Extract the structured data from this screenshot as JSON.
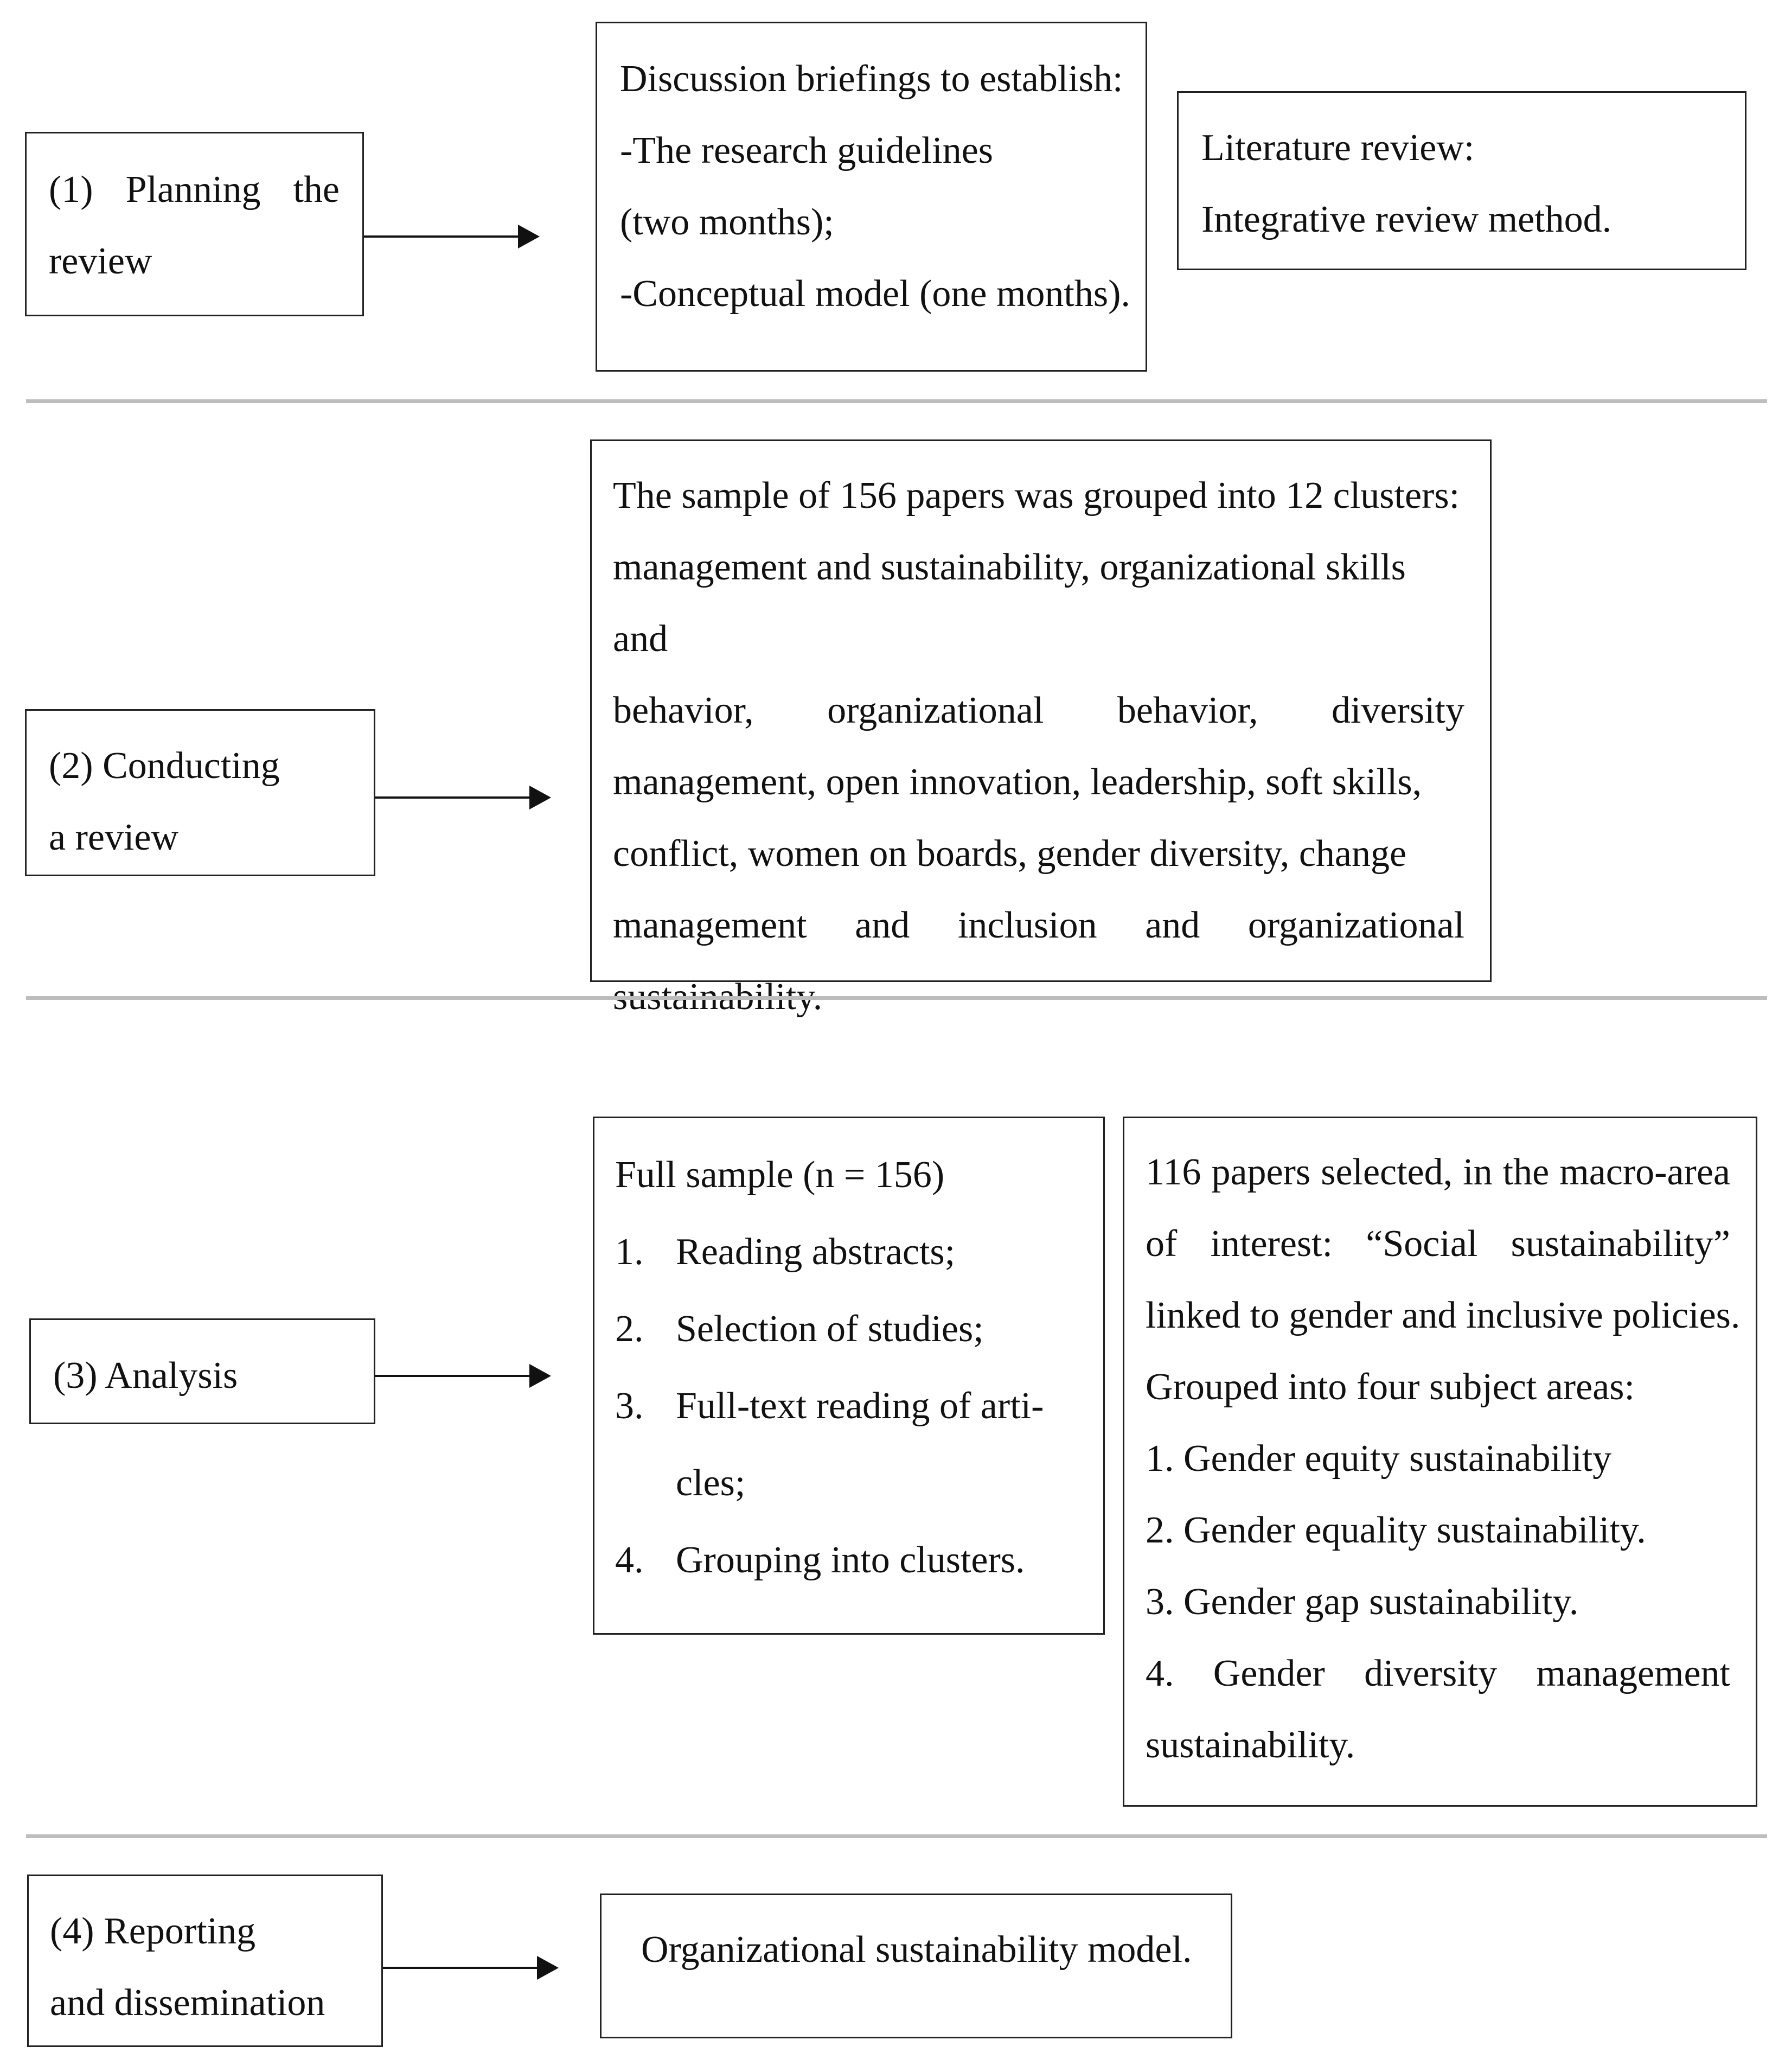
{
  "phases": {
    "planning": {
      "label_line1": [
        "(1)",
        "Planning",
        "the"
      ],
      "label_line2": "review",
      "briefings": [
        "Discussion briefings to establish:",
        "-The research guidelines",
        "(two months);",
        "-Conceptual model (one months)."
      ],
      "literature": [
        "Literature review:",
        "Integrative review method."
      ]
    },
    "conducting": {
      "label_line1": "(2) Conducting",
      "label_line2": "a review",
      "clusters_lines": [
        "The sample of 156 papers was grouped into 12 clusters:",
        "management and sustainability, organizational skills and",
        "behavior, organizational behavior, diversity",
        "management, open innovation, leadership, soft skills,",
        "conflict, women on boards, gender diversity, change",
        "management and inclusion and organizational",
        "sustainability."
      ]
    },
    "analysis": {
      "label": "(3) Analysis",
      "sample_title": "Full sample (n = 156)",
      "steps": [
        {
          "num": "1.",
          "text": "Reading abstracts;"
        },
        {
          "num": "2.",
          "text": "Selection of studies;"
        },
        {
          "num": "3.",
          "text": "Full-text reading of arti-"
        },
        {
          "num": "",
          "text": "cles;"
        },
        {
          "num": "4.",
          "text": "Grouping into clusters."
        }
      ],
      "selected_lines": [
        "116 papers selected, in the macro-area",
        "of interest: “Social sustainability”",
        "linked to gender and inclusive policies.",
        "Grouped into four subject areas:",
        "1. Gender equity sustainability",
        "2. Gender equality sustainability.",
        "3. Gender gap sustainability.",
        "4. Gender diversity management",
        "sustainability."
      ]
    },
    "reporting": {
      "label_line1": "(4) Reporting",
      "label_line2": "and dissemination",
      "model": "Organizational sustainability model."
    }
  }
}
